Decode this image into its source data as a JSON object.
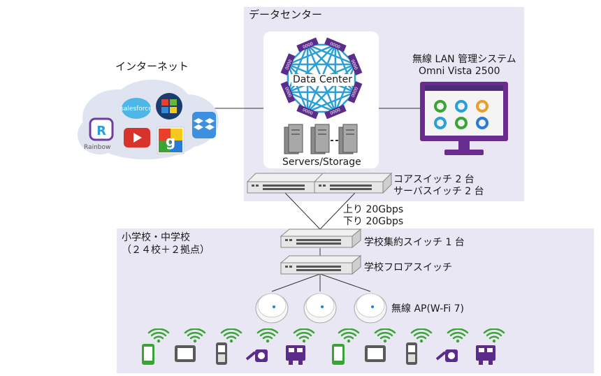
{
  "datacenter": {
    "title": "データセンター",
    "center_label": "Data Center",
    "ports": [
      "0000",
      "0000",
      "0000",
      "0000",
      "0000",
      "0000",
      "0000",
      "0000"
    ],
    "servers_label": "Servers/Storage"
  },
  "internet": {
    "title": "インターネット",
    "apps": [
      {
        "name": "Rainbow",
        "icon": "rainbow-icon"
      },
      {
        "name": "salesforce",
        "icon": "salesforce-icon"
      },
      {
        "name": "",
        "icon": "windows-icon"
      },
      {
        "name": "",
        "icon": "youtube-icon"
      },
      {
        "name": "",
        "icon": "google-icon"
      },
      {
        "name": "",
        "icon": "dropbox-icon"
      }
    ]
  },
  "wlan_manager": {
    "line1": "無線 LAN 管理システム",
    "line2": "Omni Vista 2500"
  },
  "core": {
    "line1": "コアスイッチ 2 台",
    "line2": "サーバスイッチ 2 台"
  },
  "uplink": {
    "up": "上り 20Gbps",
    "down": "下り 20Gbps"
  },
  "schools": {
    "line1": "小学校・中学校",
    "line2": "（２４校＋２拠点）"
  },
  "agg_switch": "学校集約スイッチ 1 台",
  "floor_switch": "学校フロアスイッチ",
  "ap_label": "無線 AP(W-Fi 7)",
  "devices": [
    {
      "icon": "smartphone-icon",
      "color": "#3aa535"
    },
    {
      "icon": "tablet-icon",
      "color": "#5a5a5a"
    },
    {
      "icon": "feature-phone-icon",
      "color": "#5a5a5a"
    },
    {
      "icon": "scanner-icon",
      "color": "#5b2c8a"
    },
    {
      "icon": "robot-icon",
      "color": "#5b2c8a"
    },
    {
      "icon": "smartphone-icon",
      "color": "#3aa535"
    },
    {
      "icon": "tablet-icon",
      "color": "#5a5a5a"
    },
    {
      "icon": "feature-phone-icon",
      "color": "#5a5a5a"
    },
    {
      "icon": "scanner-icon",
      "color": "#5b2c8a"
    },
    {
      "icon": "robot-icon",
      "color": "#5b2c8a"
    }
  ],
  "colors": {
    "panel": "#e9e7f4",
    "mesh": "#2a9fd8",
    "monitor": "#6a2c91",
    "wifi": "#3aa535"
  }
}
